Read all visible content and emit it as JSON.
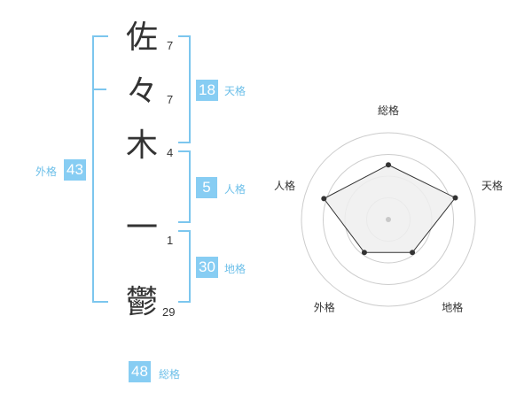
{
  "name": {
    "characters": [
      {
        "char": "佐",
        "strokes": "7"
      },
      {
        "char": "々",
        "strokes": "7"
      },
      {
        "char": "木",
        "strokes": "4"
      },
      {
        "char": "一",
        "strokes": "1"
      },
      {
        "char": "鬱",
        "strokes": "29"
      }
    ]
  },
  "fortunes": {
    "tenkaku": {
      "value": "18",
      "label": "天格"
    },
    "jinkaku": {
      "value": "5",
      "label": "人格"
    },
    "chikaku": {
      "value": "30",
      "label": "地格"
    },
    "gaikaku": {
      "value": "43",
      "label": "外格"
    },
    "soukaku": {
      "value": "48",
      "label": "総格"
    }
  },
  "chart_data": {
    "type": "radar",
    "axes": [
      "総格",
      "天格",
      "地格",
      "外格",
      "人格"
    ],
    "values": [
      0.63,
      0.81,
      0.47,
      0.47,
      0.78
    ],
    "rings": 4,
    "colors": {
      "fill": "#eeeeee",
      "stroke": "#333333",
      "rings": "#cccccc",
      "center": "#c8c8c8"
    }
  },
  "colors": {
    "accent": "#87cdf3",
    "bracket": "#7cc6ee"
  }
}
